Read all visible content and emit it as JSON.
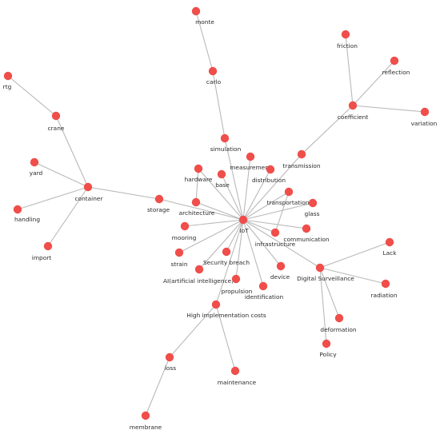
{
  "node_color": "#ef4e4a",
  "edge_color": "#b9b9b9",
  "nodes": [
    {
      "id": "monte",
      "label": "monte"
    },
    {
      "id": "carlo",
      "label": "carlo"
    },
    {
      "id": "simulation",
      "label": "simulation"
    },
    {
      "id": "friction",
      "label": "friction"
    },
    {
      "id": "reflection",
      "label": "reflection"
    },
    {
      "id": "coefficient",
      "label": "coefficient"
    },
    {
      "id": "variation",
      "label": "variation"
    },
    {
      "id": "transmission",
      "label": "transmission"
    },
    {
      "id": "rtg",
      "label": "rtg"
    },
    {
      "id": "crane",
      "label": "crane"
    },
    {
      "id": "yard",
      "label": "yard"
    },
    {
      "id": "container",
      "label": "container"
    },
    {
      "id": "handling",
      "label": "handling"
    },
    {
      "id": "import",
      "label": "import"
    },
    {
      "id": "storage",
      "label": "storage"
    },
    {
      "id": "measurement",
      "label": "measurement"
    },
    {
      "id": "hardware",
      "label": "hardware"
    },
    {
      "id": "base",
      "label": "base"
    },
    {
      "id": "distribution",
      "label": "distribution"
    },
    {
      "id": "architecture",
      "label": "architecture"
    },
    {
      "id": "transportation",
      "label": "transportation"
    },
    {
      "id": "glass",
      "label": "glass"
    },
    {
      "id": "IoT",
      "label": "IoT"
    },
    {
      "id": "mooring",
      "label": "mooring"
    },
    {
      "id": "infrastructure",
      "label": "infrastructure"
    },
    {
      "id": "communication",
      "label": "communication"
    },
    {
      "id": "strain",
      "label": "strain"
    },
    {
      "id": "security_breach",
      "label": "Security breach"
    },
    {
      "id": "ai",
      "label": "AI(artificial intelligence)"
    },
    {
      "id": "device",
      "label": "device"
    },
    {
      "id": "propulsion",
      "label": "propulsion"
    },
    {
      "id": "identification",
      "label": "identification"
    },
    {
      "id": "digital_surveillance",
      "label": "Digital Surveillance"
    },
    {
      "id": "lack",
      "label": "Lack"
    },
    {
      "id": "radiation",
      "label": "radiation"
    },
    {
      "id": "high_impl_costs",
      "label": "High implementation costs"
    },
    {
      "id": "deformation",
      "label": "deformation"
    },
    {
      "id": "policy",
      "label": "Policy"
    },
    {
      "id": "loss",
      "label": "loss"
    },
    {
      "id": "maintenance",
      "label": "maintenance"
    },
    {
      "id": "membrane",
      "label": "membrane"
    }
  ],
  "edges": [
    [
      "monte",
      "carlo"
    ],
    [
      "carlo",
      "simulation"
    ],
    [
      "simulation",
      "IoT"
    ],
    [
      "friction",
      "coefficient"
    ],
    [
      "reflection",
      "coefficient"
    ],
    [
      "variation",
      "coefficient"
    ],
    [
      "coefficient",
      "transmission"
    ],
    [
      "transmission",
      "IoT"
    ],
    [
      "rtg",
      "crane"
    ],
    [
      "crane",
      "container"
    ],
    [
      "yard",
      "container"
    ],
    [
      "handling",
      "container"
    ],
    [
      "import",
      "container"
    ],
    [
      "container",
      "storage"
    ],
    [
      "storage",
      "IoT"
    ],
    [
      "measurement",
      "IoT"
    ],
    [
      "hardware",
      "IoT"
    ],
    [
      "hardware",
      "architecture"
    ],
    [
      "base",
      "IoT"
    ],
    [
      "distribution",
      "IoT"
    ],
    [
      "architecture",
      "IoT"
    ],
    [
      "transportation",
      "IoT"
    ],
    [
      "transportation",
      "infrastructure"
    ],
    [
      "glass",
      "IoT"
    ],
    [
      "mooring",
      "IoT"
    ],
    [
      "infrastructure",
      "IoT"
    ],
    [
      "communication",
      "IoT"
    ],
    [
      "strain",
      "IoT"
    ],
    [
      "security_breach",
      "IoT"
    ],
    [
      "ai",
      "IoT"
    ],
    [
      "device",
      "IoT"
    ],
    [
      "propulsion",
      "IoT"
    ],
    [
      "identification",
      "IoT"
    ],
    [
      "digital_surveillance",
      "IoT"
    ],
    [
      "high_impl_costs",
      "IoT"
    ],
    [
      "lack",
      "digital_surveillance"
    ],
    [
      "radiation",
      "digital_surveillance"
    ],
    [
      "deformation",
      "digital_surveillance"
    ],
    [
      "policy",
      "digital_surveillance"
    ],
    [
      "loss",
      "high_impl_costs"
    ],
    [
      "maintenance",
      "high_impl_costs"
    ],
    [
      "membrane",
      "loss"
    ]
  ]
}
